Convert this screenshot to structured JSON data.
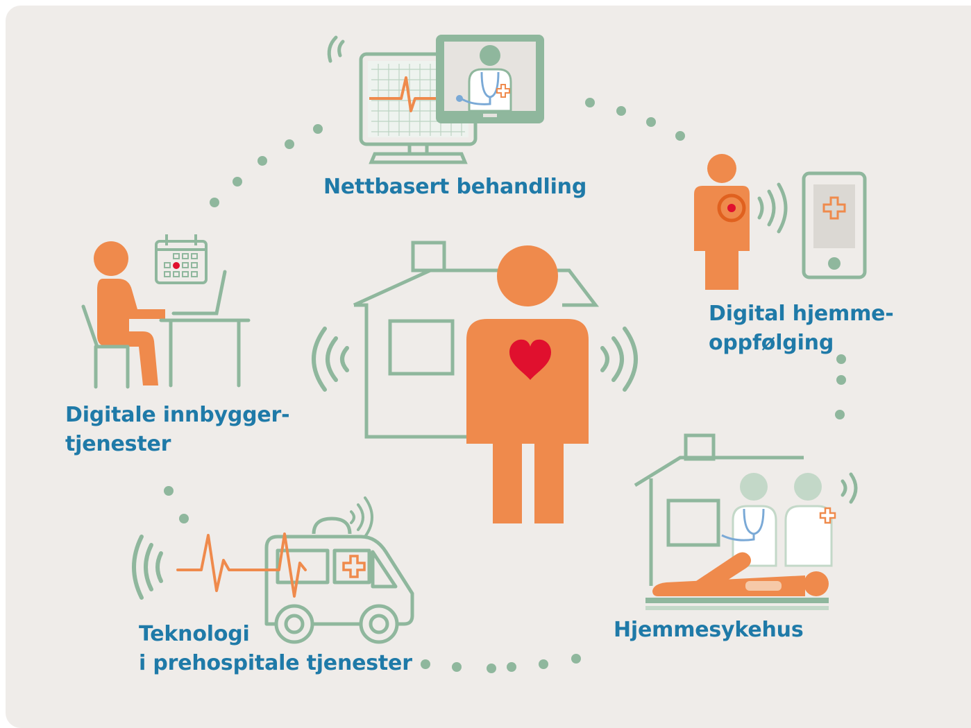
{
  "colors": {
    "background": "#efece9",
    "green": "#8fb79d",
    "orange": "#ef8a4c",
    "red": "#e0102e",
    "label_blue": "#1f7aa8"
  },
  "labels": {
    "center": "",
    "nettbasert": "Nettbasert behandling",
    "digital_hjemme_line1": "Digital hjemme-",
    "digital_hjemme_line2": "oppfølging",
    "digitale_innbygger_line1": "Digitale innbygger-",
    "digitale_innbygger_line2": "tjenester",
    "hjemmesykehus": "Hjemmesykehus",
    "teknologi_line1": "Teknologi",
    "teknologi_line2": "i prehospitale tjenester"
  },
  "icons": {
    "center": "person-with-heart-at-home-icon",
    "nettbasert": "video-consultation-monitor-icon",
    "digital_hjemme": "wearable-sensor-to-phone-icon",
    "digitale_innbygger": "person-at-laptop-calendar-icon",
    "hjemmesykehus": "doctors-at-home-bedside-icon",
    "teknologi": "ambulance-ecg-signal-icon"
  }
}
